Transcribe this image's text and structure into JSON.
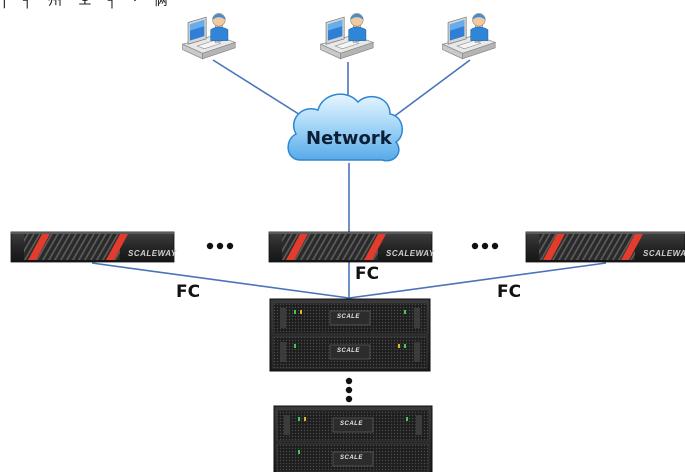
{
  "clipped_top_text": "| ┤ 州  오  ┤  · 俩",
  "cloud": {
    "label": "Network"
  },
  "links": {
    "fc_center": "FC",
    "fc_left": "FC",
    "fc_right": "FC"
  },
  "servers": {
    "brand": "SCALEWAY",
    "ellipsis": "•••"
  },
  "storage": {
    "brand": "SCALE"
  },
  "colors": {
    "line": "#4a74b8",
    "cloud_fill": "#9fd0f3",
    "cloud_stroke": "#2f86d0",
    "server_body": "#2e2e2e",
    "server_accent": "#e53b2c",
    "storage_body": "#2b2b2b"
  },
  "icons": [
    "workstation-icon",
    "cloud-icon",
    "rack-server-icon",
    "storage-enclosure-icon"
  ]
}
